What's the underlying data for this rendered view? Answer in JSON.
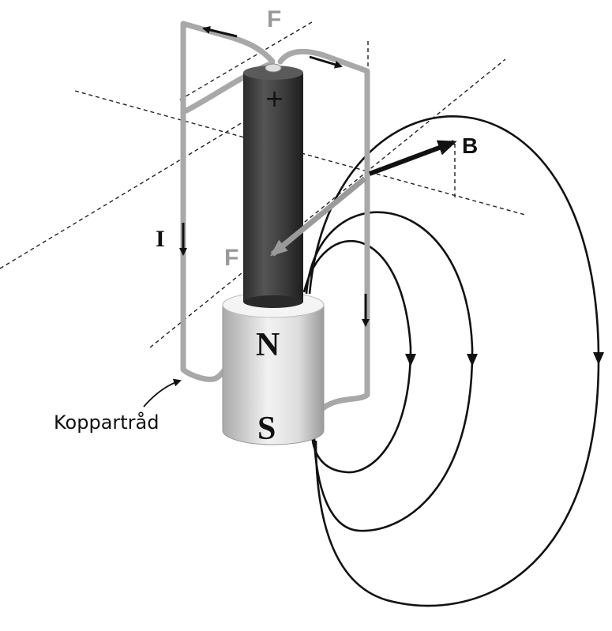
{
  "labels": {
    "force_top": "F",
    "force_mid": "F",
    "field": "B",
    "current": "I",
    "plus": "+",
    "north": "N",
    "south": "S",
    "wire": "Koppartråd"
  },
  "colors": {
    "wire": "#a8a8a8",
    "force_label": "#9a9a9a",
    "battery": "#3a3a3a",
    "magnet": "#d6d6d6",
    "ink": "#111111"
  }
}
